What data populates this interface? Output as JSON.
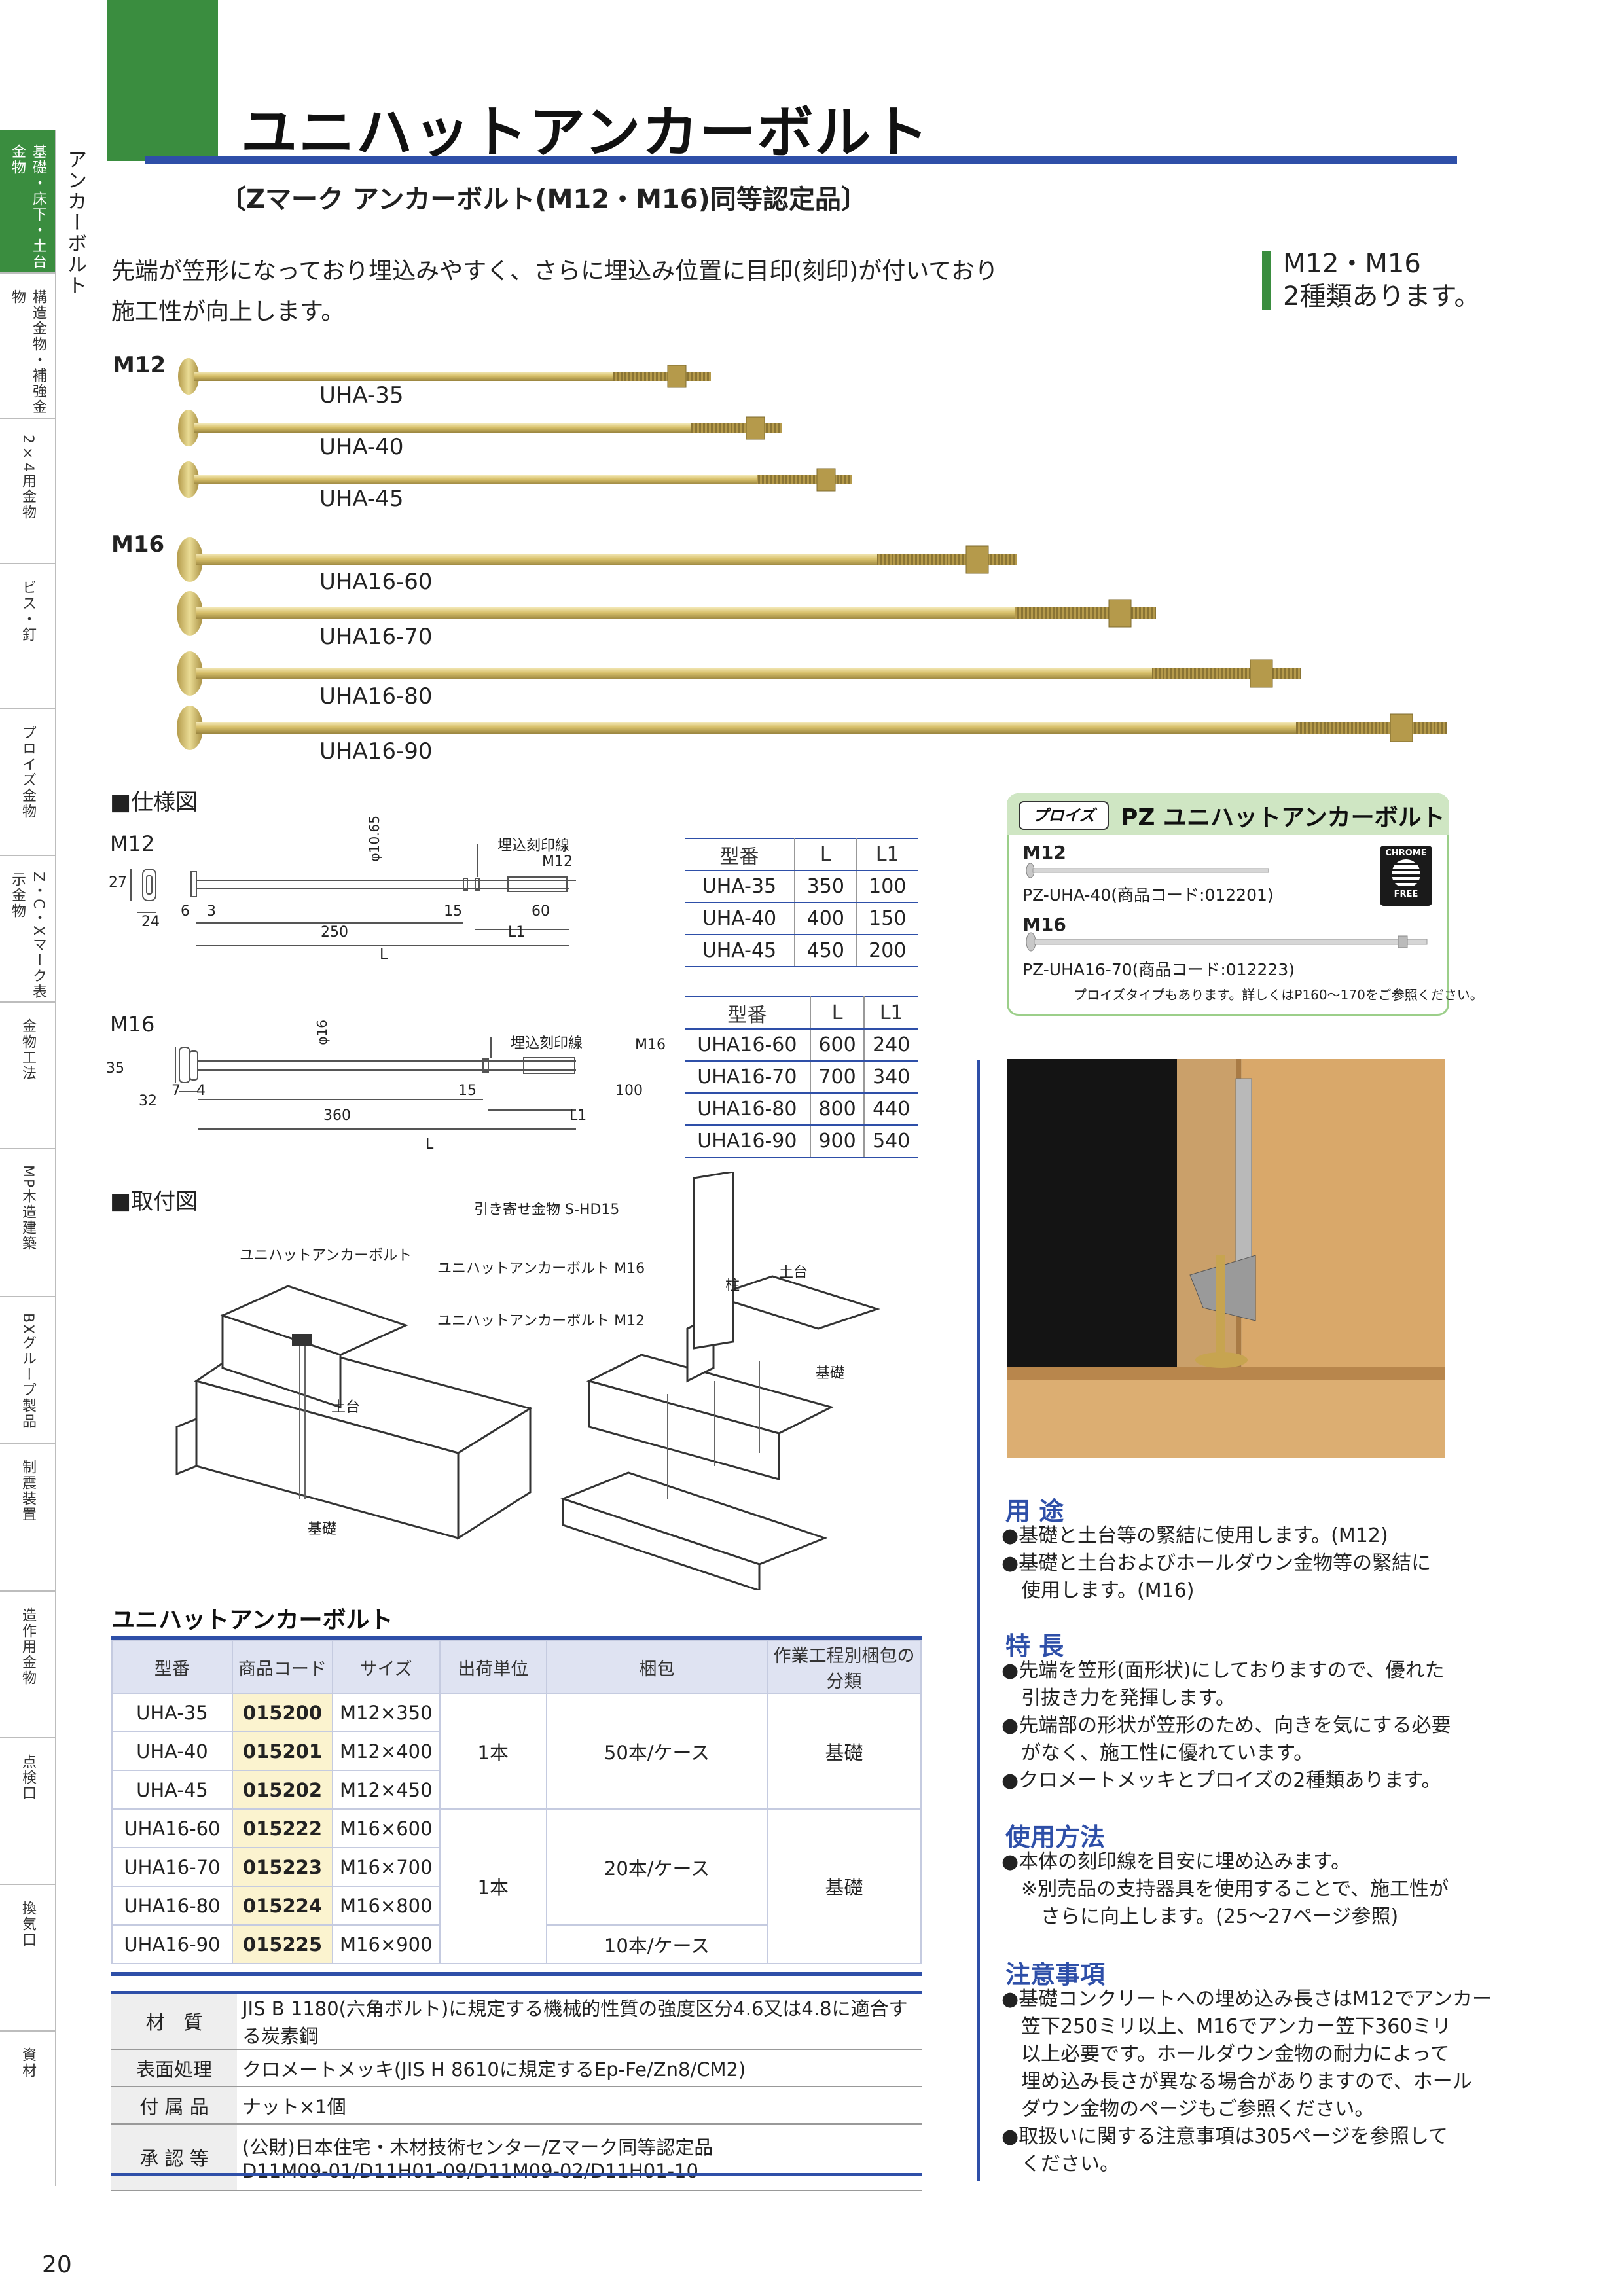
{
  "sidebar": {
    "section_label": "アンカーボルト",
    "items": [
      {
        "label": "基礎・床下・土台金物",
        "active": true
      },
      {
        "label": "構造金物・補強金物",
        "active": false
      },
      {
        "label": "2×4用金物",
        "active": false
      },
      {
        "label": "ビス・釘",
        "active": false
      },
      {
        "label": "プロイズ金物",
        "active": false
      },
      {
        "label": "Z・C・Xマーク表示金物",
        "active": false
      },
      {
        "label": "金物工法",
        "active": false
      },
      {
        "label": "MP木造建築",
        "active": false
      },
      {
        "label": "BXグループ製品",
        "active": false
      },
      {
        "label": "制震装置",
        "active": false
      },
      {
        "label": "造作用金物",
        "active": false
      },
      {
        "label": "点検口",
        "active": false
      },
      {
        "label": "換気口",
        "active": false
      },
      {
        "label": "資材",
        "active": false
      }
    ]
  },
  "header": {
    "title": "ユニハットアンカーボルト",
    "subtitle": "〔Zマーク アンカーボルト(M12・M16)同等認定品〕"
  },
  "intro": {
    "line1": "先端が笠形になっており埋込みやすく、さらに埋込み位置に目印(刻印)が付いており",
    "line2": "施工性が向上します。"
  },
  "sizes_note": {
    "line1": "M12・M16",
    "line2": "2種類あります。"
  },
  "bolts": {
    "m12_label": "M12",
    "m16_label": "M16",
    "m12": [
      "UHA-35",
      "UHA-40",
      "UHA-45"
    ],
    "m16": [
      "UHA16-60",
      "UHA16-70",
      "UHA16-80",
      "UHA16-90"
    ]
  },
  "spec_diagram": {
    "heading": "■仕様図",
    "m12": {
      "label": "M12",
      "dia": "φ10.65",
      "mark": "埋込刻印線",
      "thread": "M12",
      "d27": "27",
      "d24": "24",
      "d6": "6",
      "d3": "3",
      "d250": "250",
      "d15": "15",
      "d60": "60",
      "l1": "L1",
      "l": "L"
    },
    "m16": {
      "label": "M16",
      "dia": "φ16",
      "mark": "埋込刻印線",
      "thread": "M16",
      "d35": "35",
      "d32": "32",
      "d7": "7",
      "d4": "4",
      "d360": "360",
      "d15": "15",
      "d100": "100",
      "l1": "L1",
      "l": "L"
    }
  },
  "spec_table_m12": {
    "headers": [
      "型番",
      "L",
      "L1"
    ],
    "rows": [
      [
        "UHA-35",
        "350",
        "100"
      ],
      [
        "UHA-40",
        "400",
        "150"
      ],
      [
        "UHA-45",
        "450",
        "200"
      ]
    ]
  },
  "spec_table_m16": {
    "headers": [
      "型番",
      "L",
      "L1"
    ],
    "rows": [
      [
        "UHA16-60",
        "600",
        "240"
      ],
      [
        "UHA16-70",
        "700",
        "340"
      ],
      [
        "UHA16-80",
        "800",
        "440"
      ],
      [
        "UHA16-90",
        "900",
        "540"
      ]
    ]
  },
  "install_diagram": {
    "heading": "■取付図",
    "left_label": "ユニハットアンカーボルト",
    "left_dodai": "土台",
    "left_kiso": "基礎",
    "r_hd": "引き寄せ金物 S-HD15",
    "r_m16": "ユニハットアンカーボルト M16",
    "r_m12": "ユニハットアンカーボルト M12",
    "r_hashira": "柱",
    "r_dodai": "土台",
    "r_kiso": "基礎"
  },
  "pz": {
    "logo": "プロイズ",
    "title": "PZ ユニハットアンカーボルト",
    "m12_label": "M12",
    "m12_item": "PZ-UHA-40(商品コード:012201)",
    "m16_label": "M16",
    "m16_item": "PZ-UHA16-70(商品コード:012223)",
    "note": "プロイズタイプもあります。詳しくはP160～170をご参照ください。",
    "badge_top": "CHROME",
    "badge_bottom": "FREE"
  },
  "product_table": {
    "title": "ユニハットアンカーボルト",
    "headers": [
      "型番",
      "商品コード",
      "サイズ",
      "出荷単位",
      "梱包",
      "作業工程別梱包の分類"
    ],
    "rows": [
      [
        "UHA-35",
        "015200",
        "M12×350"
      ],
      [
        "UHA-40",
        "015201",
        "M12×400"
      ],
      [
        "UHA-45",
        "015202",
        "M12×450"
      ],
      [
        "UHA16-60",
        "015222",
        "M16×600"
      ],
      [
        "UHA16-70",
        "015223",
        "M16×700"
      ],
      [
        "UHA16-80",
        "015224",
        "M16×800"
      ],
      [
        "UHA16-90",
        "015225",
        "M16×900"
      ]
    ],
    "unit_m12": "1本",
    "unit_m16": "1本",
    "pack_m12": "50本/ケース",
    "pack_m16a": "20本/ケース",
    "pack_m16b": "10本/ケース",
    "class_m12": "基礎",
    "class_m16": "基礎"
  },
  "materials": [
    {
      "label": "材　質",
      "value": "JIS B 1180(六角ボルト)に規定する機械的性質の強度区分4.6又は4.8に適合する炭素鋼"
    },
    {
      "label": "表面処理",
      "value": "クロメートメッキ(JIS H 8610に規定するEp-Fe/Zn8/CM2)"
    },
    {
      "label": "付 属 品",
      "value": "ナット×1個"
    },
    {
      "label": "承 認 等",
      "value": "(公財)日本住宅・木材技術センター/Zマーク同等認定品",
      "value2": "D11M09-01/D11H01-09/D11M09-02/D11H01-10"
    }
  ],
  "uses": {
    "heading": "用 途",
    "items": [
      "●基礎と土台等の緊結に使用します。(M12)",
      "●基礎と土台およびホールダウン金物等の緊結に",
      "　使用します。(M16)"
    ]
  },
  "features": {
    "heading": "特 長",
    "items": [
      "●先端を笠形(面形状)にしておりますので、優れた",
      "　引抜き力を発揮します。",
      "●先端部の形状が笠形のため、向きを気にする必要",
      "　がなく、施工性に優れています。",
      "●クロメートメッキとプロイズの2種類あります。"
    ]
  },
  "usage": {
    "heading": "使用方法",
    "items": [
      "●本体の刻印線を目安に埋め込みます。",
      "　※別売品の支持器具を使用することで、施工性が",
      "　　さらに向上します。(25～27ページ参照)"
    ]
  },
  "cautions": {
    "heading": "注意事項",
    "items": [
      "●基礎コンクリートへの埋め込み長さはM12でアンカー",
      "　笠下250ミリ以上、M16でアンカー笠下360ミリ",
      "　以上必要です。ホールダウン金物の耐力によって",
      "　埋め込み長さが異なる場合がありますので、ホール",
      "　ダウン金物のページもご参照ください。",
      "●取扱いに関する注意事項は305ページを参照して",
      "　ください。"
    ]
  },
  "page_number": "20"
}
